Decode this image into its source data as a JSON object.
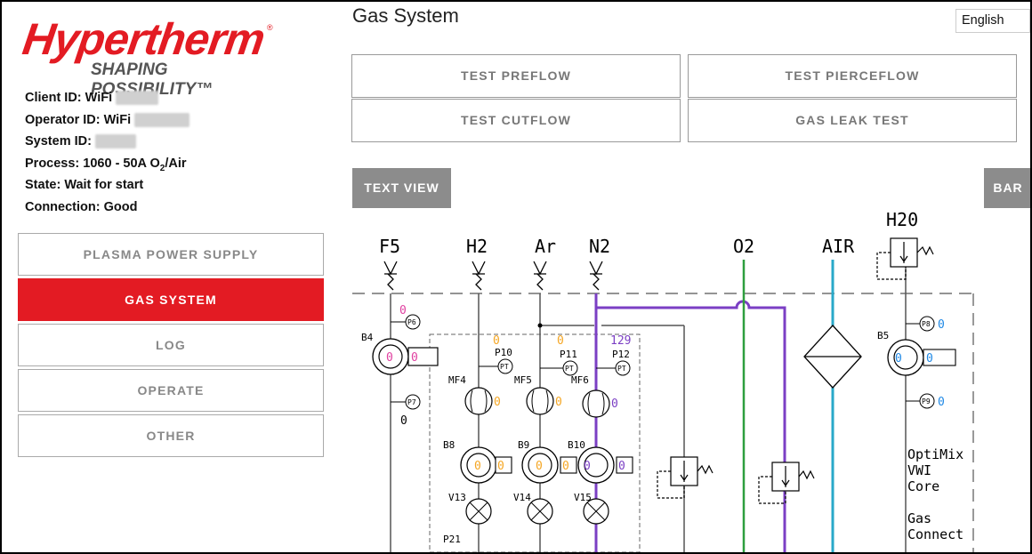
{
  "logo": {
    "brand": "Hypertherm",
    "tagline": "SHAPING POSSIBILITY™",
    "reg": "®"
  },
  "info": {
    "client_id_label": "Client ID: WiFi",
    "operator_id_label": "Operator ID: WiFi",
    "system_id_label": "System ID:",
    "process_label": "Process: 1060 - 50A O",
    "process_sub": "2",
    "process_suffix": "/Air",
    "state_label": "State: Wait for start",
    "connection_label": "Connection: Good"
  },
  "nav": {
    "items": [
      {
        "label": "PLASMA POWER SUPPLY",
        "active": false
      },
      {
        "label": "GAS SYSTEM",
        "active": true
      },
      {
        "label": "LOG",
        "active": false
      },
      {
        "label": "OPERATE",
        "active": false
      },
      {
        "label": "OTHER",
        "active": false
      }
    ]
  },
  "header": {
    "title": "Gas System",
    "language": "English"
  },
  "tests": {
    "preflow": "TEST PREFLOW",
    "pierceflow": "TEST PIERCEFLOW",
    "cutflow": "TEST CUTFLOW",
    "leak": "GAS LEAK TEST"
  },
  "views": {
    "text_view": "TEXT VIEW",
    "bar": "BAR"
  },
  "diagram": {
    "gases": {
      "f5": "F5",
      "h2": "H2",
      "ar": "Ar",
      "n2": "N2",
      "o2": "O2",
      "air": "AIR",
      "h20": "H20"
    },
    "labels": {
      "b4": "B4",
      "p6": "P6",
      "p7": "P7",
      "p10": "P10",
      "p11": "P11",
      "p12": "P12",
      "pt": "PT",
      "mf4": "MF4",
      "mf5": "MF5",
      "mf6": "MF6",
      "b8": "B8",
      "b9": "B9",
      "b10": "B10",
      "b5": "B5",
      "p8": "P8",
      "p9": "P9",
      "v13": "V13",
      "v14": "V14",
      "v15": "V15",
      "p21": "P21",
      "optimix": "OptiMix",
      "vwi": "VWI",
      "core": "Core",
      "gas": "Gas",
      "connect": "Connect"
    },
    "values": {
      "p6": "0",
      "b4_gauge": "0",
      "b4_box": "0",
      "p7": "0",
      "p10": "0",
      "p11": "0",
      "p12": "129",
      "mf4": "0",
      "mf5": "0",
      "mf6": "0",
      "b8_gauge": "0",
      "b8_box": "0",
      "b9_gauge": "0",
      "b9_box": "0",
      "b10_gauge": "0",
      "b10_box": "0",
      "p8": "0",
      "b5_gauge": "0",
      "b5_box": "0",
      "p9": "0"
    },
    "colors": {
      "pink": "#e040a0",
      "orange": "#f5a623",
      "purple": "#7b3fc4",
      "blue": "#1e88e5",
      "green": "#2e9e3e",
      "cyan": "#29a9c9"
    }
  }
}
